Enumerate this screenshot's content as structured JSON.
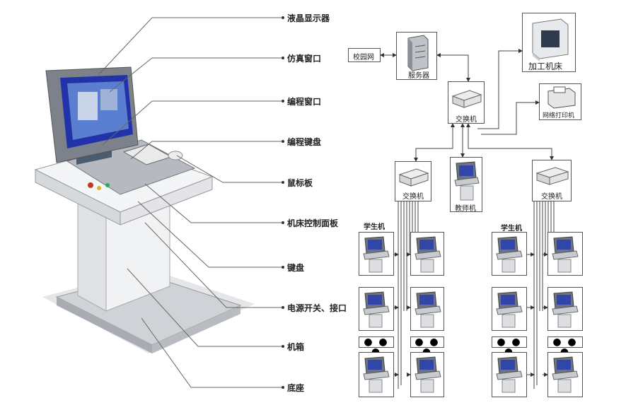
{
  "console_labels": [
    "液晶显示器",
    "仿真窗口",
    "编程窗口",
    "编程键盘",
    "鼠标板",
    "机床控制面板",
    "键盘",
    "电源开关、接口",
    "机箱",
    "底座"
  ],
  "network": {
    "campus": "校园网",
    "server": "服务器",
    "main_switch": "交换机",
    "machine_tool": "加工机床",
    "printer": "网络打印机",
    "left_switch": "交换机",
    "teacher": "教师机",
    "right_switch": "交换机",
    "student_left": "学生机",
    "student_right": "学生机",
    "ellipsis": "● ● ●"
  },
  "colors": {
    "line": "#555555",
    "monitor_blue": "#2233aa",
    "panel_gray": "#c8cbd0"
  }
}
